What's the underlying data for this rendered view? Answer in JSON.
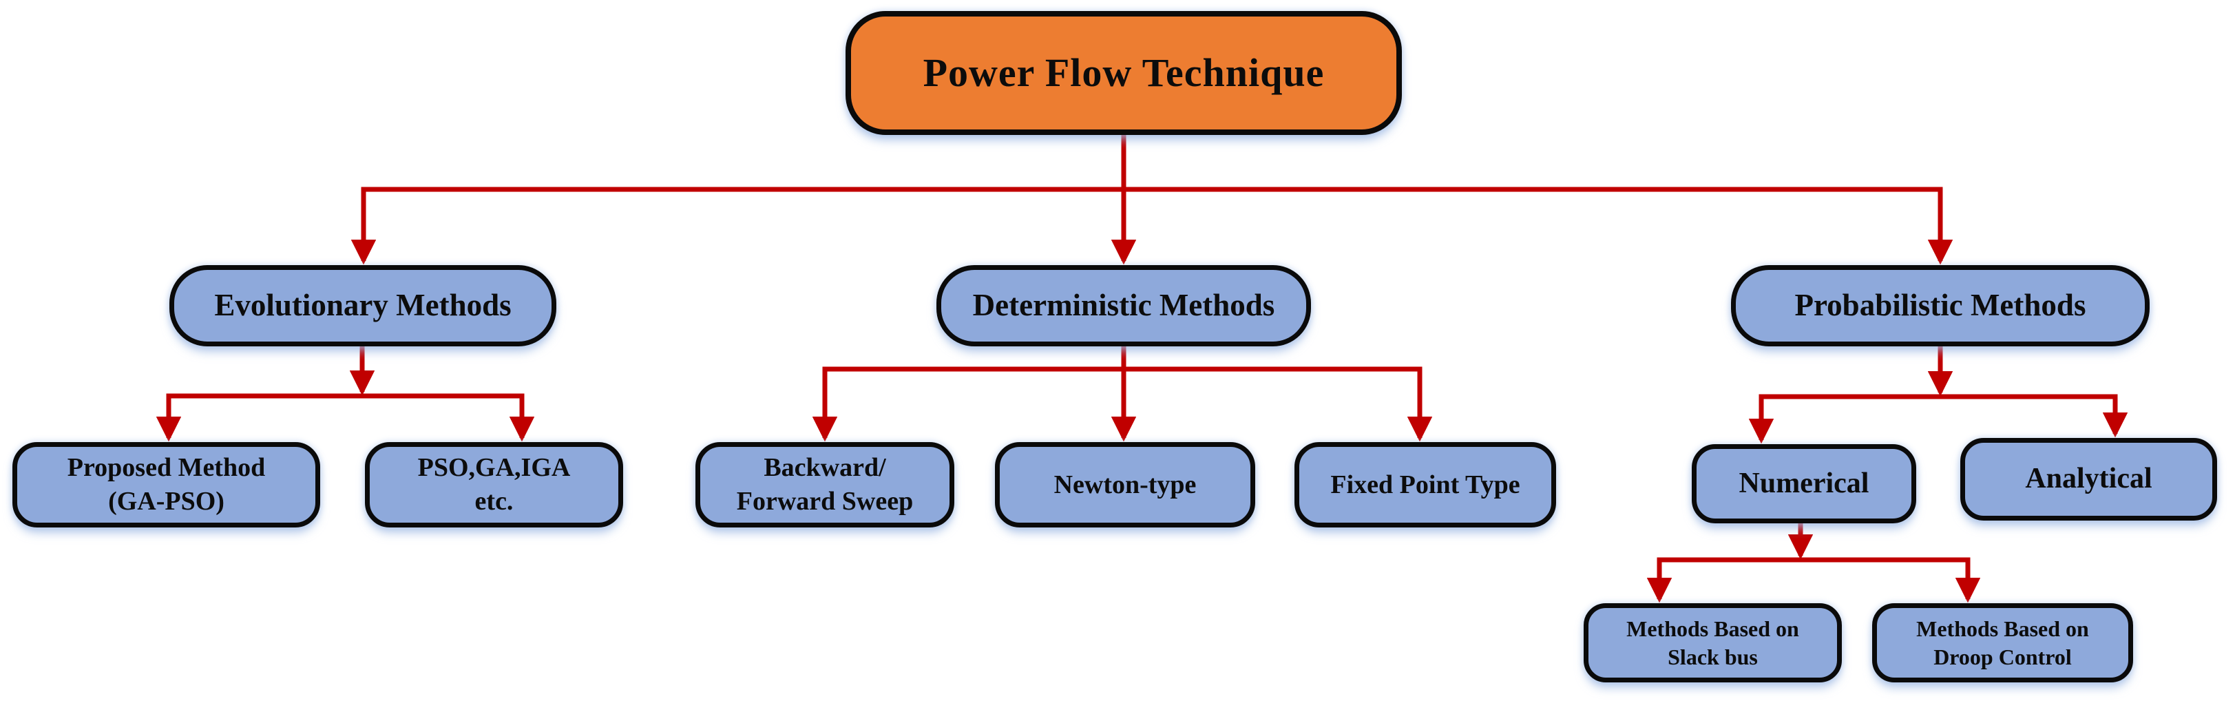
{
  "diagram": {
    "type": "flowchart",
    "colors": {
      "root_fill": "#ED7D31",
      "node_fill": "#8EA9DB",
      "border": "#0a0a0a",
      "arrow": "#C00000",
      "background": "#ffffff"
    },
    "nodes": {
      "root": {
        "label": "Power Flow Technique"
      },
      "evolutionary": {
        "label": "Evolutionary Methods"
      },
      "deterministic": {
        "label": "Deterministic Methods"
      },
      "probabilistic": {
        "label": "Probabilistic Methods"
      },
      "proposed_method": {
        "label": "Proposed Method\n(GA-PSO)"
      },
      "pso_ga_iga": {
        "label": "PSO,GA,IGA\netc."
      },
      "backward_forward": {
        "label": "Backward/\nForward Sweep"
      },
      "newton_type": {
        "label": "Newton-type"
      },
      "fixed_point": {
        "label": "Fixed Point Type"
      },
      "numerical": {
        "label": "Numerical"
      },
      "analytical": {
        "label": "Analytical"
      },
      "slack_bus": {
        "label": "Methods Based on\nSlack bus"
      },
      "droop_control": {
        "label": "Methods Based on\nDroop Control"
      }
    },
    "edges": [
      {
        "from": "root",
        "to": "evolutionary"
      },
      {
        "from": "root",
        "to": "deterministic"
      },
      {
        "from": "root",
        "to": "probabilistic"
      },
      {
        "from": "evolutionary",
        "to": "proposed_method"
      },
      {
        "from": "evolutionary",
        "to": "pso_ga_iga"
      },
      {
        "from": "deterministic",
        "to": "backward_forward"
      },
      {
        "from": "deterministic",
        "to": "newton_type"
      },
      {
        "from": "deterministic",
        "to": "fixed_point"
      },
      {
        "from": "probabilistic",
        "to": "numerical"
      },
      {
        "from": "probabilistic",
        "to": "analytical"
      },
      {
        "from": "numerical",
        "to": "slack_bus"
      },
      {
        "from": "numerical",
        "to": "droop_control"
      }
    ]
  }
}
